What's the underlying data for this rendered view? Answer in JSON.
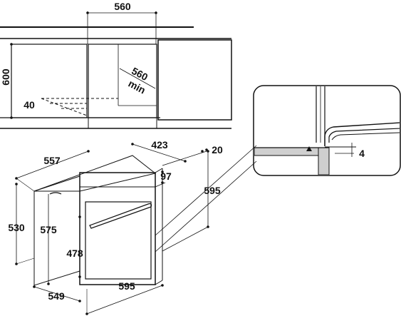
{
  "dimensions": {
    "niche_width": "560",
    "niche_height": "600",
    "niche_depth_min": "560",
    "niche_depth_unit": "min",
    "niche_bottom_gap": "40",
    "oven_depth_total": "557",
    "oven_top_depth": "423",
    "panel_thickness": "20",
    "control_panel_height": "97",
    "oven_height_total": "595",
    "body_height": "530",
    "body_front_height": "575",
    "door_glass_height": "478",
    "base_depth": "549",
    "oven_width": "595",
    "detail_gap": "4"
  }
}
